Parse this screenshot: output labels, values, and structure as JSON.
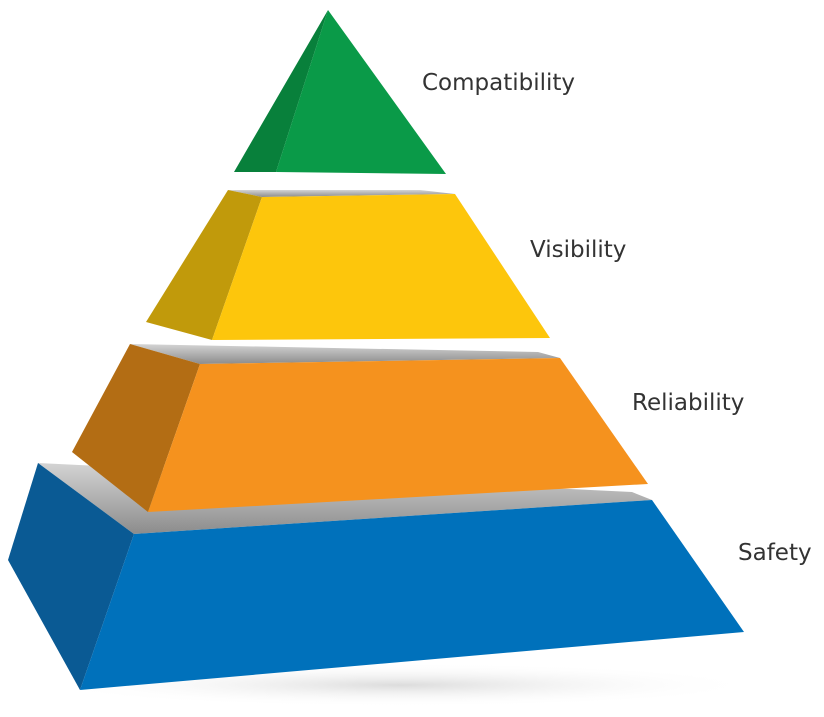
{
  "pyramid": {
    "tiers": [
      {
        "label": "Compatibility",
        "front_color": "#0a9a48",
        "side_color": "#08803b"
      },
      {
        "label": "Visibility",
        "front_color": "#fdc60c",
        "side_color": "#c19a0b"
      },
      {
        "label": "Reliability",
        "front_color": "#f5921e",
        "side_color": "#b36d14"
      },
      {
        "label": "Safety",
        "front_color": "#0071bb",
        "side_color": "#0a5a94"
      }
    ],
    "separator_color": "#9a9a9a",
    "label_color": "#333333"
  }
}
